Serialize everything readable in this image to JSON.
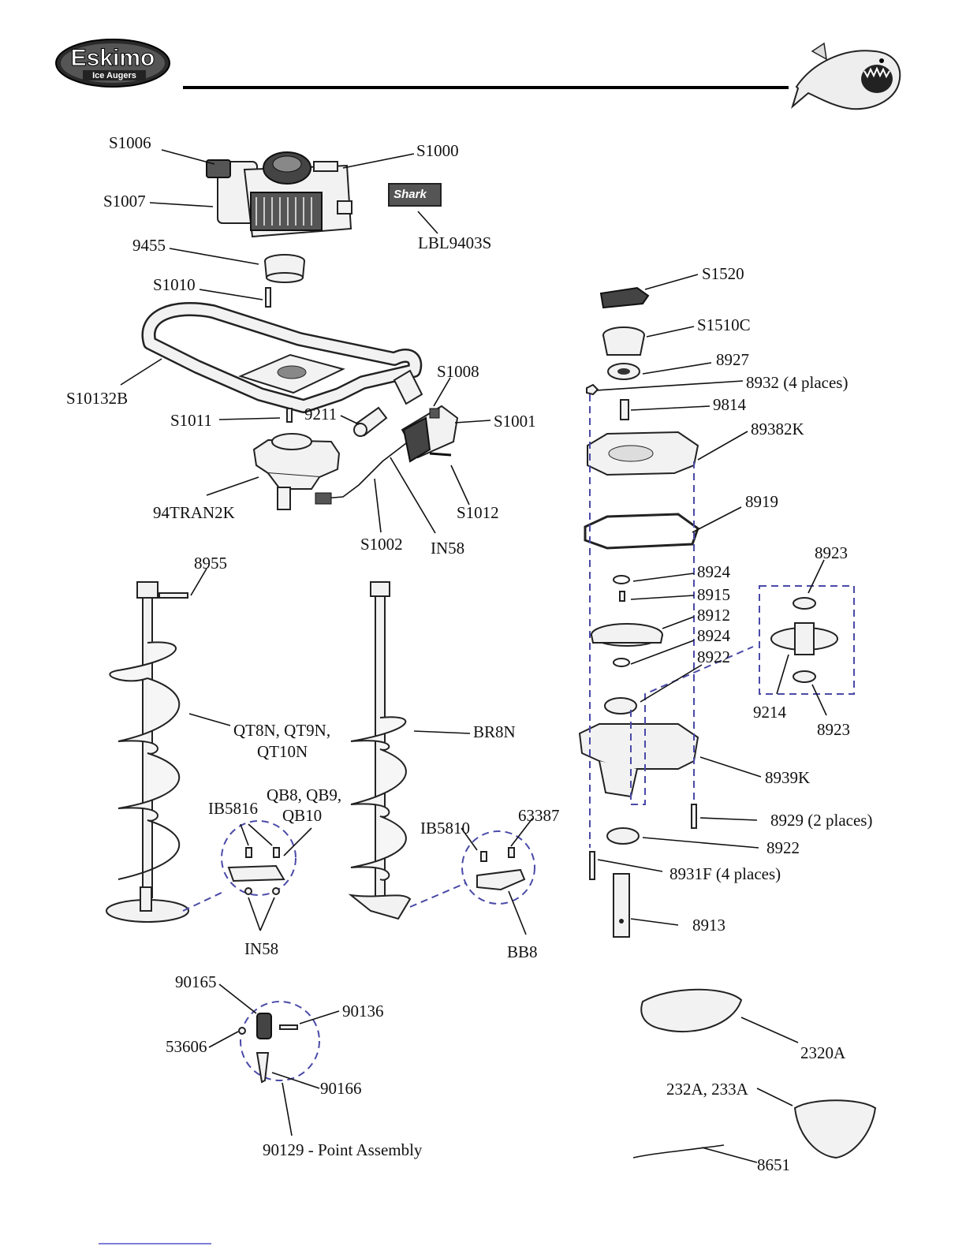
{
  "brand": {
    "logo_text": "Eskimo",
    "logo_sub": "Ice Augers",
    "label_word": "Shark"
  },
  "labels": {
    "s1006": "S1006",
    "s1000": "S1000",
    "s1007": "S1007",
    "lbl9403s": "LBL9403S",
    "p9455": "9455",
    "s1010": "S1010",
    "s10132b": "S10132B",
    "s1008": "S1008",
    "s1011": "S1011",
    "p9211": "9211",
    "s1001": "S1001",
    "p94tran2k": "94TRAN2K",
    "s1012": "S1012",
    "s1002": "S1002",
    "in58_top": "IN58",
    "p8955": "8955",
    "qt": "QT8N, QT9N,",
    "qt2": "QT10N",
    "br8n": "BR8N",
    "qb": "QB8, QB9,",
    "qb2": "QB10",
    "ib5816": "IB5816",
    "ib5810": "IB5810",
    "p63387": "63387",
    "in58_bot": "IN58",
    "bb8": "BB8",
    "s1520": "S1520",
    "s1510c": "S1510C",
    "p8927": "8927",
    "p8932": "8932 (4 places)",
    "p9814": "9814",
    "p89382k": "89382K",
    "p8919": "8919",
    "p8924a": "8924",
    "p8915": "8915",
    "p8912": "8912",
    "p8924b": "8924",
    "p8922a": "8922",
    "p8923a": "8923",
    "p9214": "9214",
    "p8923b": "8923",
    "p8939k": "8939K",
    "p8929": "8929 (2 places)",
    "p8922b": "8922",
    "p8931f": "8931F (4 places)",
    "p8913": "8913",
    "p2320a": "2320A",
    "p232a": "232A, 233A",
    "p8651": "8651",
    "p90165": "90165",
    "p90136": "90136",
    "p53606": "53606",
    "p90166": "90166",
    "p90129": "90129 - Point Assembly"
  },
  "colors": {
    "dashed": "#4a4aa8",
    "ink": "#111111"
  },
  "icons": [
    "eskimo-logo-icon",
    "shark-logo-icon"
  ]
}
